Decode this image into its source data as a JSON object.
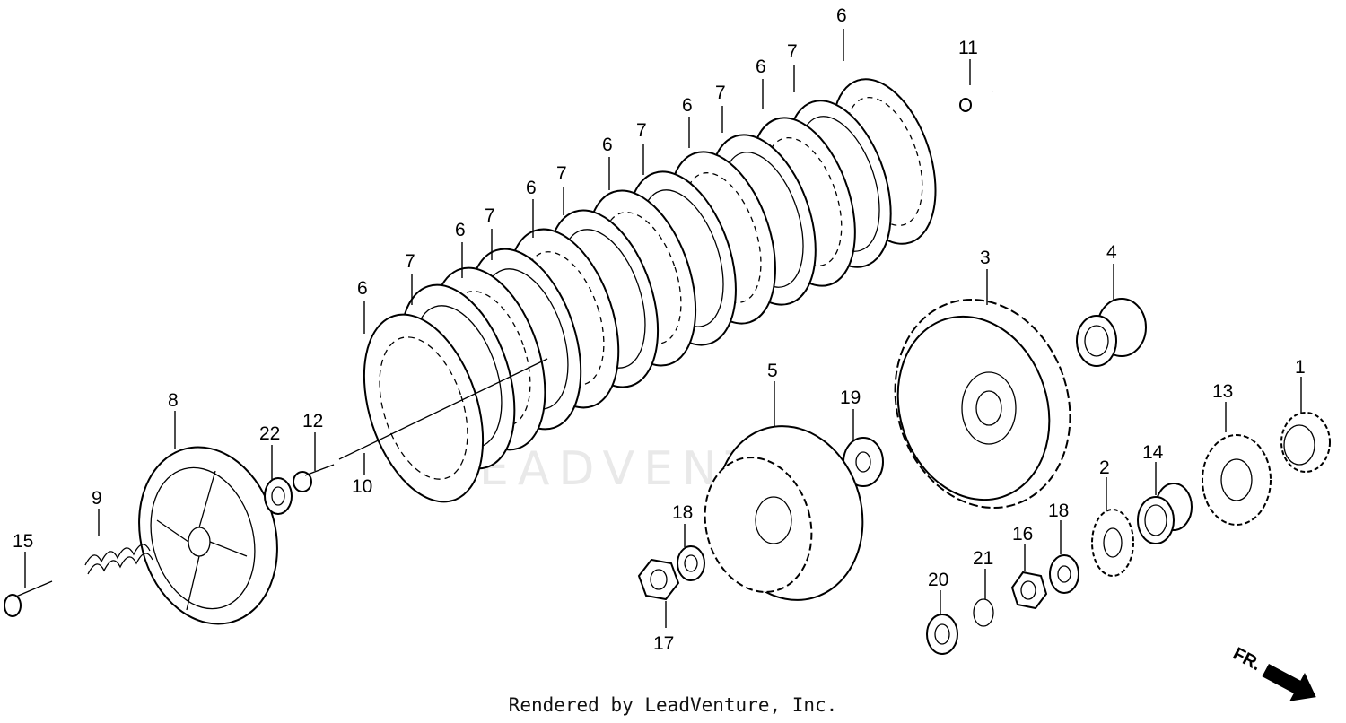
{
  "watermark": "LEADVENTURE",
  "credit": "Rendered by LeadVenture, Inc.",
  "direction_marker": "FR.",
  "callouts": {
    "c1": "1",
    "c2": "2",
    "c3": "3",
    "c4": "4",
    "c5": "5",
    "c6a": "6",
    "c6b": "6",
    "c6c": "6",
    "c6d": "6",
    "c6e": "6",
    "c6f": "6",
    "c6g": "6",
    "c7a": "7",
    "c7b": "7",
    "c7c": "7",
    "c7d": "7",
    "c7e": "7",
    "c7f": "7",
    "c8": "8",
    "c9": "9",
    "c10": "10",
    "c11": "11",
    "c12": "12",
    "c13": "13",
    "c14": "14",
    "c15": "15",
    "c16": "16",
    "c17": "17",
    "c18a": "18",
    "c18b": "18",
    "c19": "19",
    "c20": "20",
    "c21": "21",
    "c22": "22"
  }
}
